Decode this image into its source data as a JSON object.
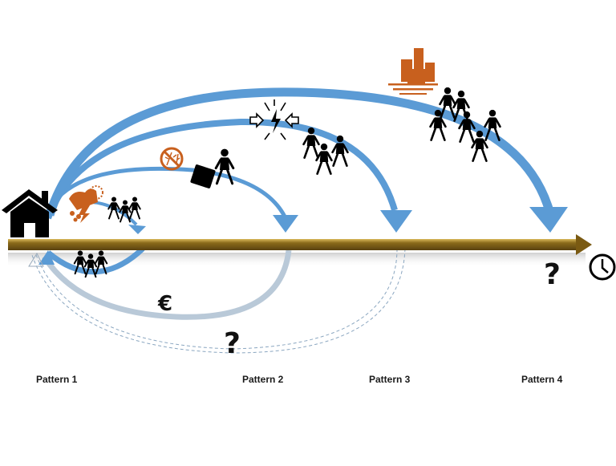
{
  "patterns": [
    {
      "label": "Pattern 1"
    },
    {
      "label": "Pattern 2"
    },
    {
      "label": "Pattern 3"
    },
    {
      "label": "Pattern 4"
    }
  ],
  "symbols": {
    "euro": "€",
    "return_question": "?",
    "future_question": "?"
  },
  "icons": {
    "home": "house-icon",
    "disaster": "storm-disaster-icon",
    "crop_failure": "no-crops-icon",
    "conflict": "conflict-icon",
    "city": "city-icon",
    "time": "clock-icon"
  },
  "colors": {
    "arrow_blue": "#5b9bd5",
    "timeline_gold": "#8a6a1a",
    "icon_orange": "#c8601e",
    "figure_black": "#000000"
  }
}
